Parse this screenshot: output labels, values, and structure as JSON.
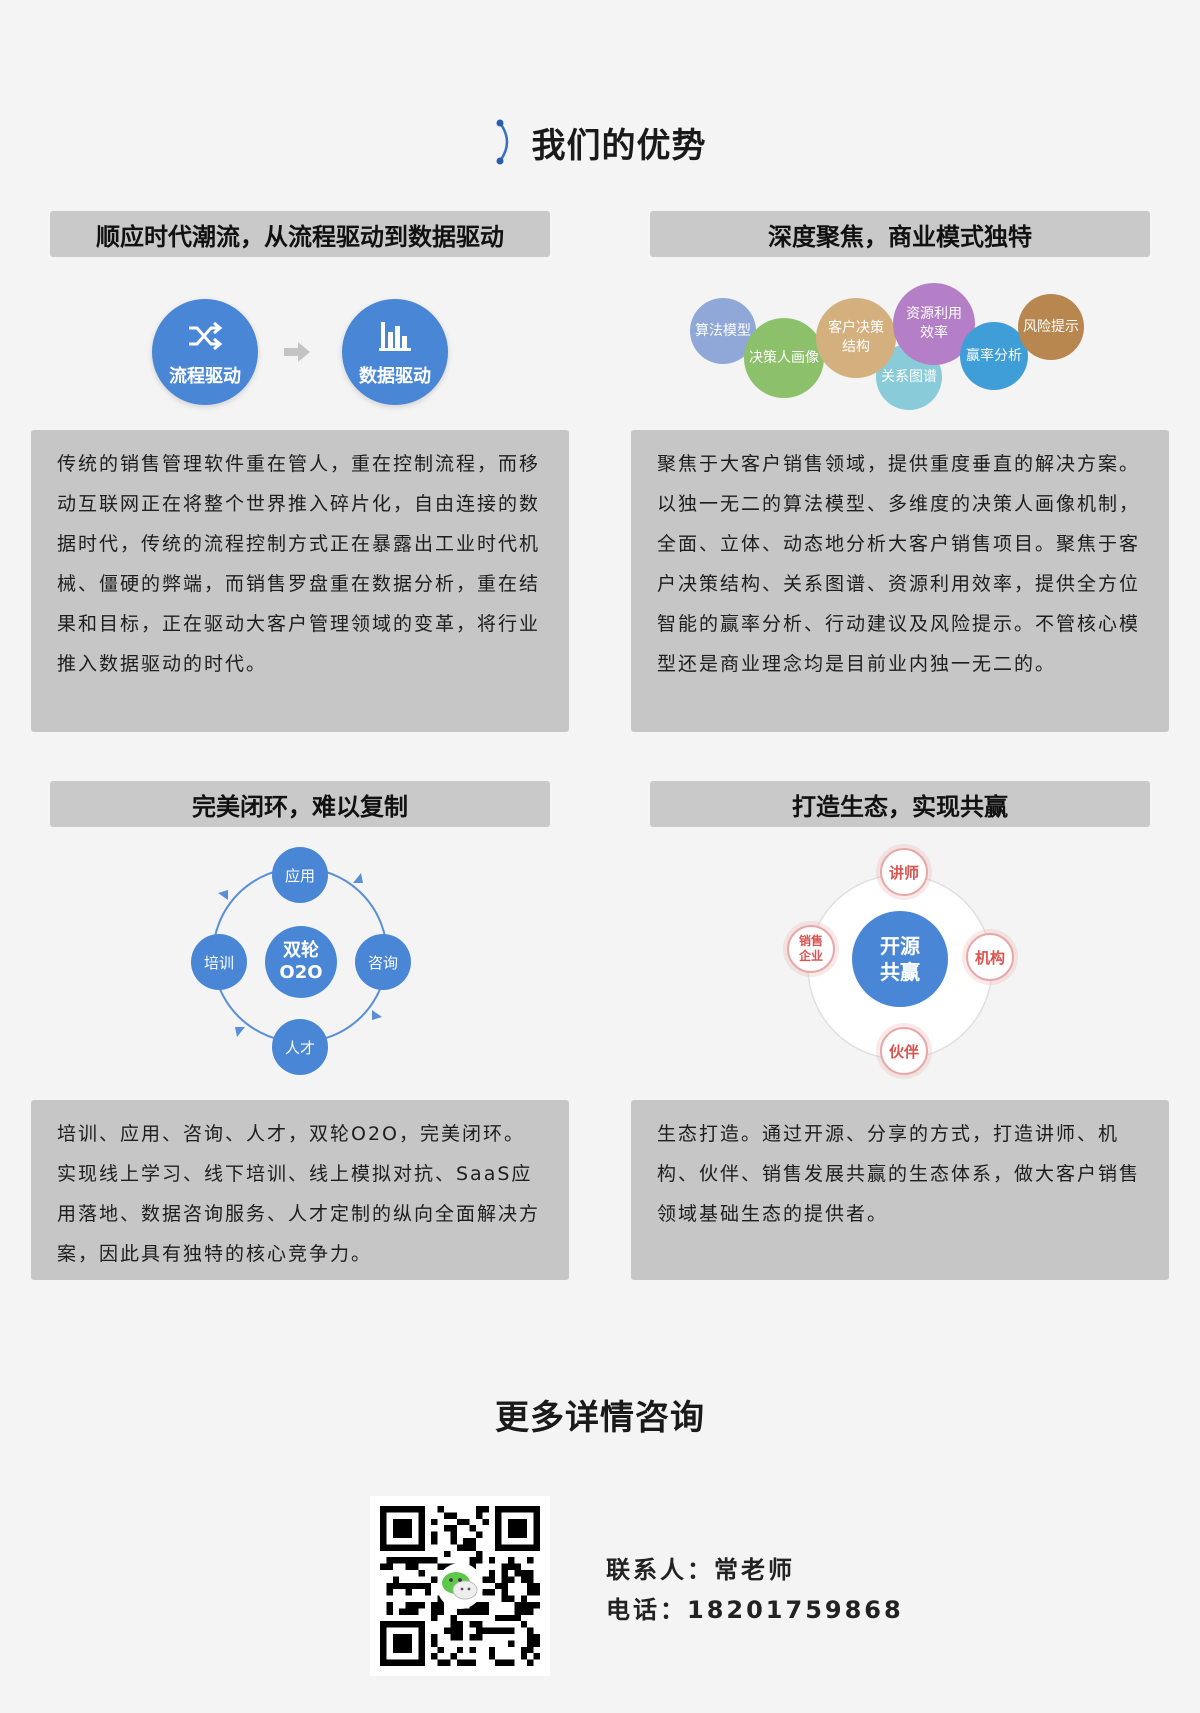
{
  "page": {
    "title": "我们的优势"
  },
  "sections": {
    "s1": {
      "header": "顺应时代潮流，从流程驱动到数据驱动",
      "driver_from": "流程驱动",
      "driver_to": "数据驱动",
      "body": "传统的销售管理软件重在管人，重在控制流程，而移动互联网正在将整个世界推入碎片化，自由连接的数据时代，传统的流程控制方式正在暴露出工业时代机械、僵硬的弊端，而销售罗盘重在数据分析，重在结果和目标，正在驱动大客户管理领域的变革，将行业推入数据驱动的时代。"
    },
    "s2": {
      "header": "深度聚焦，商业模式独特",
      "bubbles": [
        {
          "label": "算法模型",
          "color": "#8aa4d6"
        },
        {
          "label": "决策人画像",
          "color": "#8cc06a"
        },
        {
          "label": "客户决策结构",
          "color": "#d4b07e"
        },
        {
          "label": "资源利用效率",
          "color": "#b57fc8"
        },
        {
          "label": "关系图谱",
          "color": "#8acbd9"
        },
        {
          "label": "赢率分析",
          "color": "#3f9ed8"
        },
        {
          "label": "风险提示",
          "color": "#b8874f"
        }
      ],
      "body": "聚焦于大客户销售领域，提供重度垂直的解决方案。以独一无二的算法模型、多维度的决策人画像机制，全面、立体、动态地分析大客户销售项目。聚焦于客户决策结构、关系图谱、资源利用效率，提供全方位智能的赢率分析、行动建议及风险提示。不管核心模型还是商业理念均是目前业内独一无二的。"
    },
    "s3": {
      "header": "完美闭环，难以复制",
      "center": "双轮\nO2O",
      "nodes": {
        "top": "应用",
        "right": "咨询",
        "bottom": "人才",
        "left": "培训"
      },
      "body": "培训、应用、咨询、人才，双轮O2O，完美闭环。实现线上学习、线下培训、线上模拟对抗、SaaS应用落地、数据咨询服务、人才定制的纵向全面解决方案，因此具有独特的核心竞争力。"
    },
    "s4": {
      "header": "打造生态，实现共赢",
      "center": "开源\n共赢",
      "nodes": {
        "top": "讲师",
        "right": "机构",
        "bottom": "伙伴",
        "left": "销售\n企业"
      },
      "body": "生态打造。通过开源、分享的方式，打造讲师、机构、伙伴、销售发展共赢的生态体系，做大客户销售领域基础生态的提供者。"
    }
  },
  "contact": {
    "title": "更多详情咨询",
    "person_line": "联系人：常老师",
    "phone_line": "电话：18201759868"
  },
  "colors": {
    "accent": "#4a86d6",
    "header_bg": "#c9c9c9",
    "panel_bg": "#c6c6c6",
    "eco": "#d9534f"
  }
}
